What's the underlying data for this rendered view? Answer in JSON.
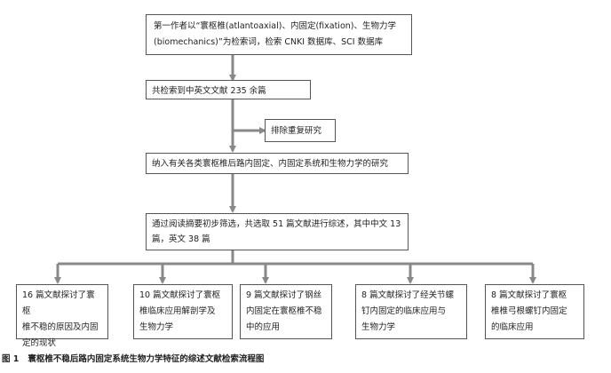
{
  "boxes": {
    "search_terms": "第一作者以“寰枢椎(atlantoaxial)、内固定(fixation)、生物力学(biomechanics)”为检索词，检索 CNKI 数据库、SCI 数据库",
    "retrieved": "共检索到中英文文献 235 余篇",
    "exclude": "排除重复研究",
    "include": "纳入有关各类寰枢椎后路内固定、内固定系统和生物力学的研究",
    "screen": "通过阅读摘要初步筛选，共选取 51 篇文献进行综述，其中中文 13 篇，英文 38 篇"
  },
  "categories": [
    {
      "text": "16 篇文献探讨了寰枢\n椎不稳的原因及内固\n定的现状"
    },
    {
      "text": "10 篇文献探讨了寰枢\n椎临床应用解剖学及\n生物力学"
    },
    {
      "text": "9 篇文献探讨了钢丝\n内固定在寰枢椎不稳\n中的应用"
    },
    {
      "text": "8 篇文献探讨了经关节螺\n钉内固定的临床应用与\n生物力学"
    },
    {
      "text": "8 篇文献探讨了寰枢\n椎椎弓根螺钉内固定\n的临床应用"
    }
  ],
  "caption": {
    "label": "图 1",
    "title": "寰枢椎不稳后路内固定系统生物力学特征的综述文献检索流程图"
  },
  "colors": {
    "arrow": "#888888",
    "border": "#555555"
  }
}
